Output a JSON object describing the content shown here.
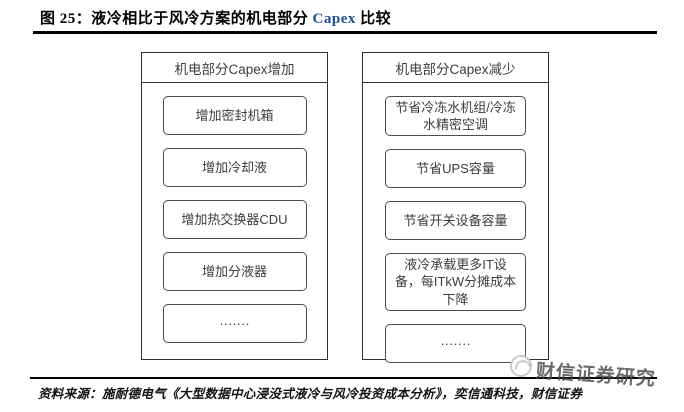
{
  "figure": {
    "label": "图 25：",
    "title_zh_before": "液冷相比于风冷方案的机电部分 ",
    "title_en": "Capex",
    "title_zh_after": " 比较"
  },
  "diagram": {
    "left_panel": {
      "header": "机电部分Capex增加",
      "items": [
        "增加密封机箱",
        "增加冷却液",
        "增加热交换器CDU",
        "增加分液器",
        "·······"
      ]
    },
    "right_panel": {
      "header": "机电部分Capex减少",
      "items": [
        "节省冷冻水机组/冷冻水精密空调",
        "节省UPS容量",
        "节省开关设备容量",
        "液冷承载更多IT设备，每ITkW分摊成本下降",
        "·······"
      ]
    }
  },
  "footer": {
    "source": "资料来源：施耐德电气《大型数据中心浸没式液冷与风冷投资成本分析》，奕信通科技，财信证券"
  },
  "watermark": {
    "text": "财信证券研究",
    "logo": "caixin-swirl-logo"
  },
  "colors": {
    "title_en_blue": "#1f4e9c",
    "outer_box_border": "#2f2f2f",
    "inner_box_border": "#4d4d4d",
    "box_text": "#3d3d3d",
    "rule_black": "#000000",
    "watermark_gray": "#484848"
  }
}
